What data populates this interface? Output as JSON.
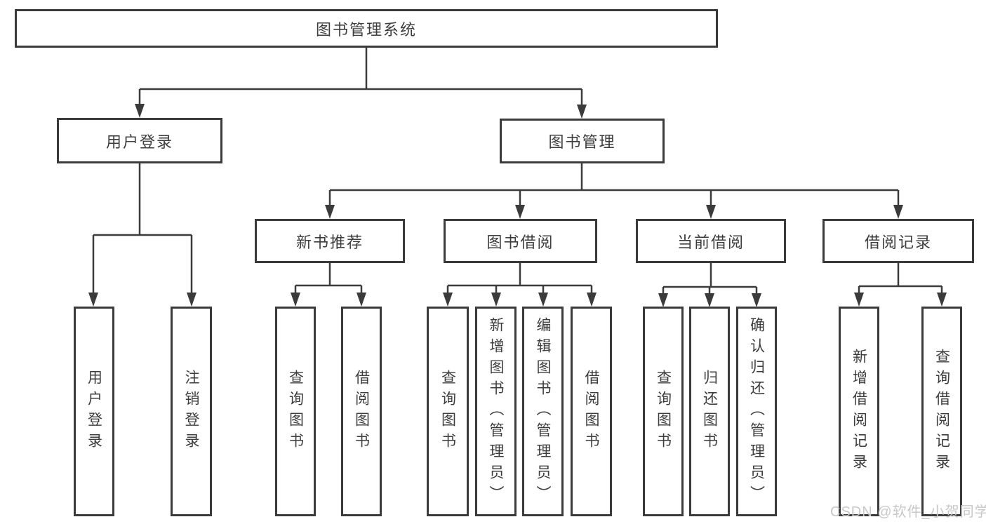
{
  "diagram": {
    "root": {
      "label": "图书管理系统"
    },
    "level2": {
      "user_login": {
        "label": "用户登录"
      },
      "book_mgmt": {
        "label": "图书管理"
      }
    },
    "level3": {
      "new_book_rec": {
        "label": "新书推荐"
      },
      "book_borrow": {
        "label": "图书借阅"
      },
      "current_borrow": {
        "label": "当前借阅"
      },
      "borrow_record": {
        "label": "借阅记录"
      }
    },
    "leaves": {
      "user_login": {
        "label": "用户登录"
      },
      "logout": {
        "label": "注销登录"
      },
      "rec_query": {
        "label": "查询图书"
      },
      "rec_borrow": {
        "label": "借阅图书"
      },
      "bb_query": {
        "label": "查询图书"
      },
      "bb_add": {
        "label": "新增图书（管理员）"
      },
      "bb_edit": {
        "label": "编辑图书（管理员）"
      },
      "bb_borrow": {
        "label": "借阅图书"
      },
      "cb_query": {
        "label": "查询图书"
      },
      "cb_return": {
        "label": "归还图书"
      },
      "cb_confirm": {
        "label": "确认归还（管理员）"
      },
      "br_add": {
        "label": "新增借阅记录"
      },
      "br_query": {
        "label": "查询借阅记录"
      }
    },
    "watermark": "CSDN @软件_小贺同学",
    "colors": {
      "line": "#3b3b3b",
      "text": "#3d3d3d",
      "watermark": "#c8c8c8",
      "background": "#ffffff"
    }
  }
}
